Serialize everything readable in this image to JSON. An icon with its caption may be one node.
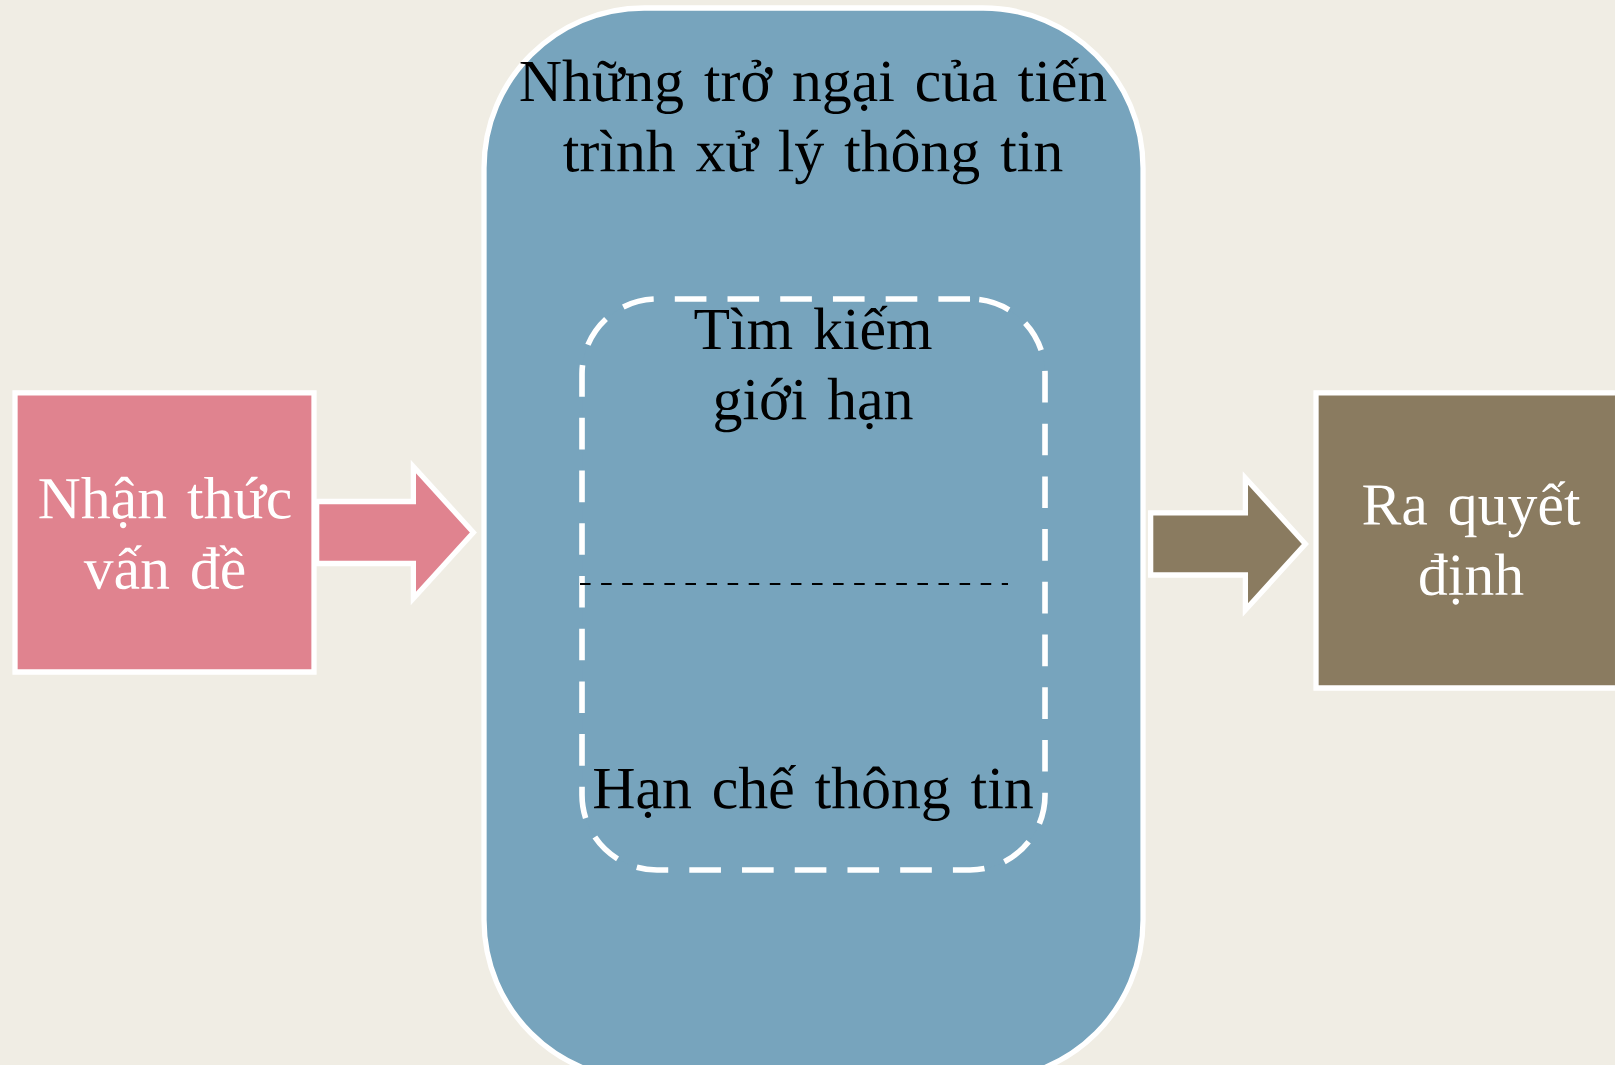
{
  "diagram": {
    "nodes": [
      {
        "text": [
          "Nhận thức vấn đề"
        ]
      },
      {
        "text": [
          "Những trở ngại của tiến trình xử lý thông tin"
        ]
      },
      {
        "text": [
          "Tìm kiếm giới hạn",
          "Hạn chế thông tin"
        ],
        "in": 1
      },
      {
        "text": [
          "Ra quyết định"
        ]
      }
    ],
    "edges": [
      {
        "from": 0,
        "to": 1,
        "arrow": "to",
        "style": "thick",
        "color": "#e0838f"
      },
      {
        "from": 1,
        "to": 3,
        "arrow": "to",
        "style": "thick",
        "color": "#8a7b60"
      }
    ]
  }
}
